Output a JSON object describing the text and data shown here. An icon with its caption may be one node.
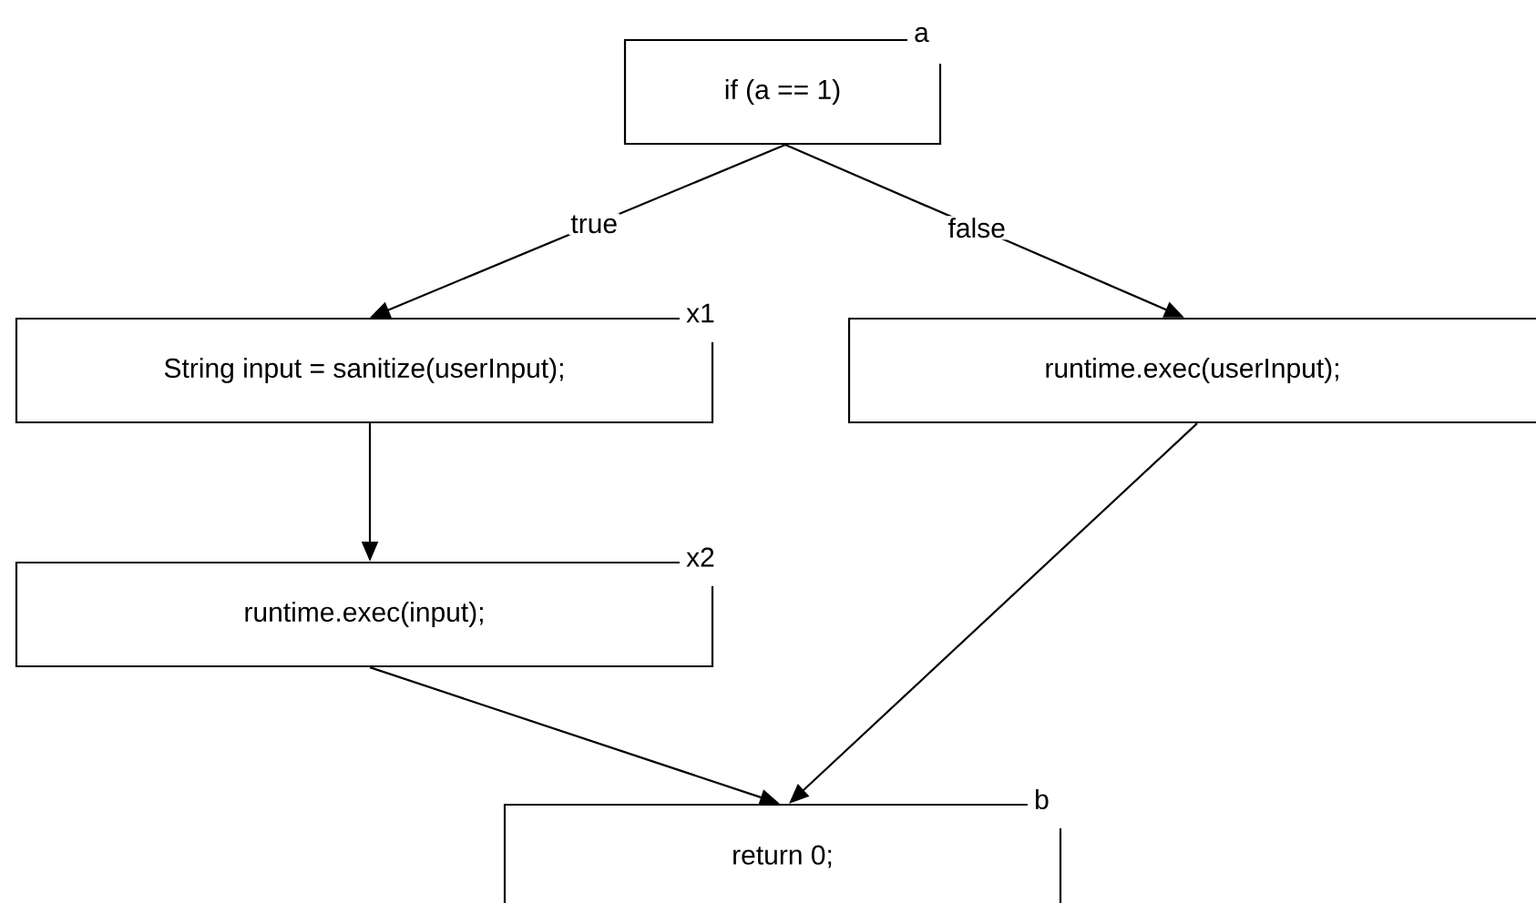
{
  "diagram": {
    "nodes": [
      {
        "text": [
          "if (a == 1)"
        ],
        "beside": [
          "a"
        ]
      },
      {
        "text": [
          "String input = sanitize(userInput);"
        ],
        "beside": [
          "x1"
        ]
      },
      {
        "text": [
          "runtime.exec(input);"
        ],
        "beside": [
          "x2"
        ]
      },
      {
        "text": [
          "runtime.exec(userInput);"
        ]
      },
      {
        "text": [
          "return 0;"
        ],
        "beside": [
          "b"
        ]
      }
    ],
    "edges": [
      {
        "from": 0,
        "to": 1,
        "arrow": "to",
        "label": "true"
      },
      {
        "from": 0,
        "to": 3,
        "arrow": "to",
        "label": "false"
      },
      {
        "from": 1,
        "to": 2,
        "arrow": "to"
      },
      {
        "from": 2,
        "to": 4,
        "arrow": "to"
      },
      {
        "from": 3,
        "to": 4,
        "arrow": "to"
      }
    ]
  }
}
